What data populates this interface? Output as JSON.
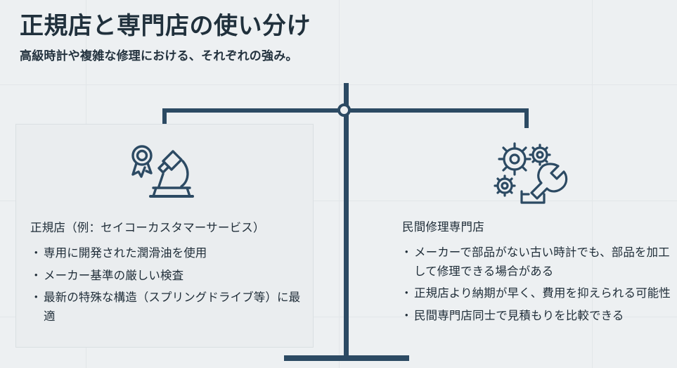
{
  "header": {
    "title": "正規店と専門店の使い分け",
    "subtitle": "高級時計や複雑な修理における、それぞれの強み。"
  },
  "colors": {
    "background": "#edf0f2",
    "accent": "#2c4a63",
    "panel_fill": "#eaedef",
    "panel_border": "#dadfe2",
    "text": "#1f2d38"
  },
  "diagram": {
    "type": "balance-scale",
    "pivot_icon": "balance-pivot-circle"
  },
  "panels": [
    {
      "side": "left",
      "icon": "microscope-with-award-ribbon-icon",
      "heading": "正規店（例：セイコーカスタマーサービス）",
      "bullets": [
        "専用に開発された潤滑油を使用",
        "メーカー基準の厳しい検査",
        "最新の特殊な構造（スプリングドライブ等）に最適"
      ]
    },
    {
      "side": "right",
      "icon": "gears-wrench-hand-icon",
      "heading": "民間修理専門店",
      "bullets": [
        "メーカーで部品がない古い時計でも、部品を加工して修理できる場合がある",
        "正規店より納期が早く、費用を抑えられる可能性",
        "民間専門店同士で見積もりを比較できる"
      ]
    }
  ]
}
